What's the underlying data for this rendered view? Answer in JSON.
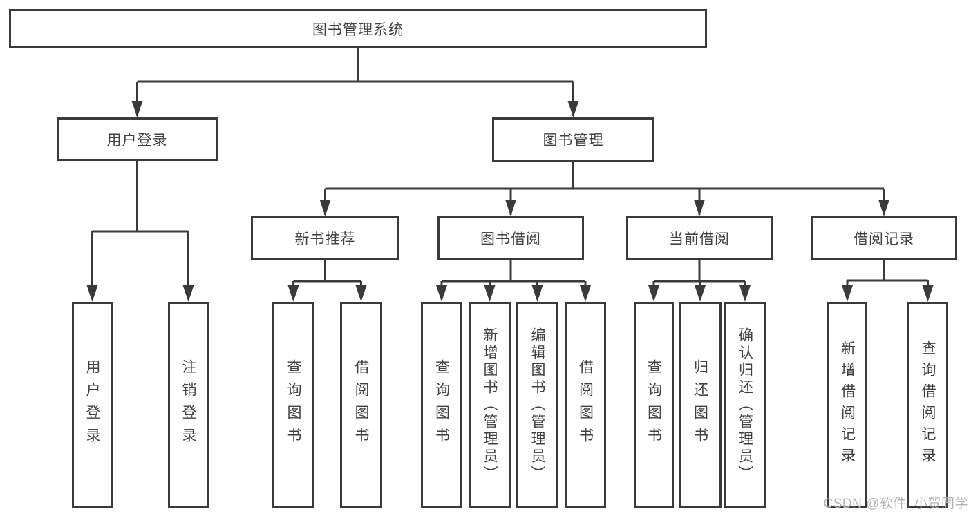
{
  "diagram": {
    "title": "图书管理系统",
    "type": "hierarchy-tree",
    "colors": {
      "line": "#3a3a3a",
      "box_border": "#3a3a3a",
      "text": "#404040",
      "watermark_text": "#b5b5b5",
      "background": "#ffffff"
    },
    "watermark": "CSDN @软件_小贺同学"
  },
  "tree": {
    "root": "图书管理系统",
    "children": [
      {
        "label": "用户登录",
        "children": [
          "用户登录",
          "注销登录"
        ]
      },
      {
        "label": "图书管理",
        "children": [
          {
            "label": "新书推荐",
            "children": [
              "查询图书",
              "借阅图书"
            ]
          },
          {
            "label": "图书借阅",
            "children": [
              "查询图书",
              "新增图书（管理员）",
              "编辑图书（管理员）",
              "借阅图书"
            ]
          },
          {
            "label": "当前借阅",
            "children": [
              "查询图书",
              "归还图书",
              "确认归还（管理员）"
            ]
          },
          {
            "label": "借阅记录",
            "children": [
              "新增借阅记录",
              "查询借阅记录"
            ]
          }
        ]
      }
    ]
  }
}
